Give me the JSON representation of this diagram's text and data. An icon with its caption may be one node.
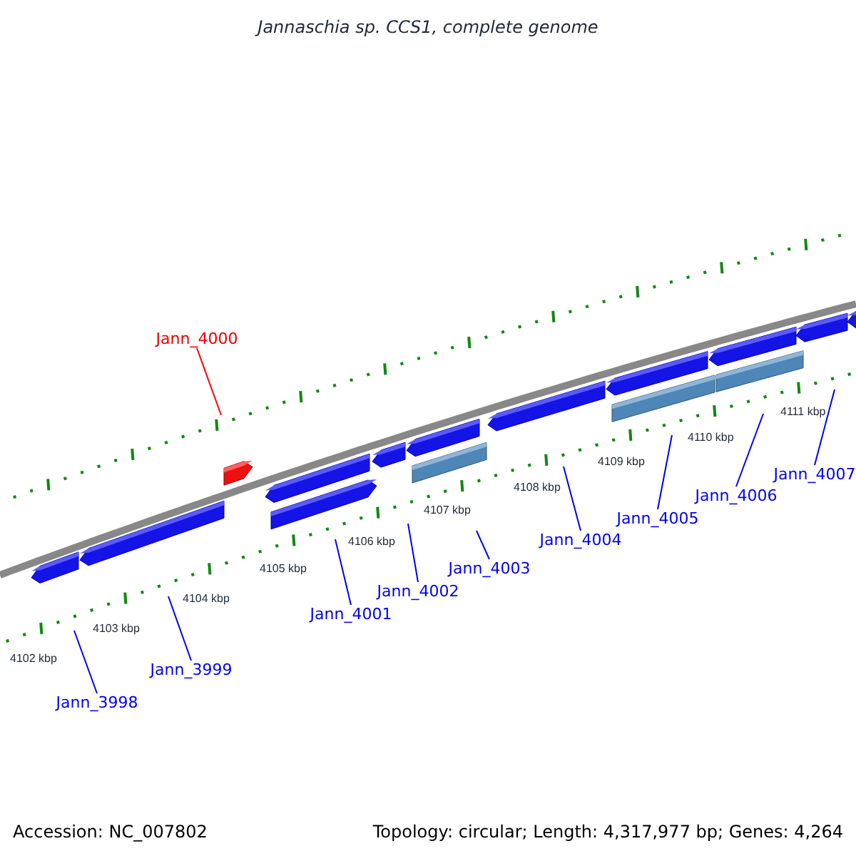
{
  "diagram": {
    "title": "Jannaschia sp. CCS1, complete genome",
    "nodes": [
      {
        "text": [
          "Jann_3998"
        ]
      },
      {
        "text": [
          "Jann_3999"
        ]
      },
      {
        "text": [
          "Jann_4000"
        ]
      },
      {
        "text": [
          "Jann_4001"
        ]
      },
      {
        "text": [
          "Jann_4002"
        ]
      },
      {
        "text": [
          "Jann_4003"
        ]
      },
      {
        "text": [
          "Jann_4004"
        ]
      },
      {
        "text": [
          "Jann_4005"
        ]
      },
      {
        "text": [
          "Jann_4006"
        ]
      },
      {
        "text": [
          "Jann_4007"
        ]
      }
    ],
    "edges": [
      {
        "from": 0,
        "to": null,
        "arrow": "none"
      },
      {
        "from": 1,
        "to": null,
        "arrow": "none"
      },
      {
        "from": 2,
        "to": null,
        "arrow": "none",
        "color": "#ff0000"
      },
      {
        "from": 3,
        "to": null,
        "arrow": "none"
      },
      {
        "from": 4,
        "to": null,
        "arrow": "none"
      },
      {
        "from": 5,
        "to": null,
        "arrow": "none"
      },
      {
        "from": 6,
        "to": null,
        "arrow": "none"
      },
      {
        "from": 7,
        "to": null,
        "arrow": "none"
      },
      {
        "from": 8,
        "to": null,
        "arrow": "none"
      },
      {
        "from": 9,
        "to": null,
        "arrow": "none"
      }
    ],
    "labels": [
      "4102 kbp",
      "4103 kbp",
      "4104 kbp",
      "4105 kbp",
      "4106 kbp",
      "4107 kbp",
      "4108 kbp",
      "4109 kbp",
      "4110 kbp",
      "4111 kbp",
      "Accession: NC_007802",
      "Topology: circular; Length: 4,317,977 bp; Genes: 4,264"
    ]
  }
}
